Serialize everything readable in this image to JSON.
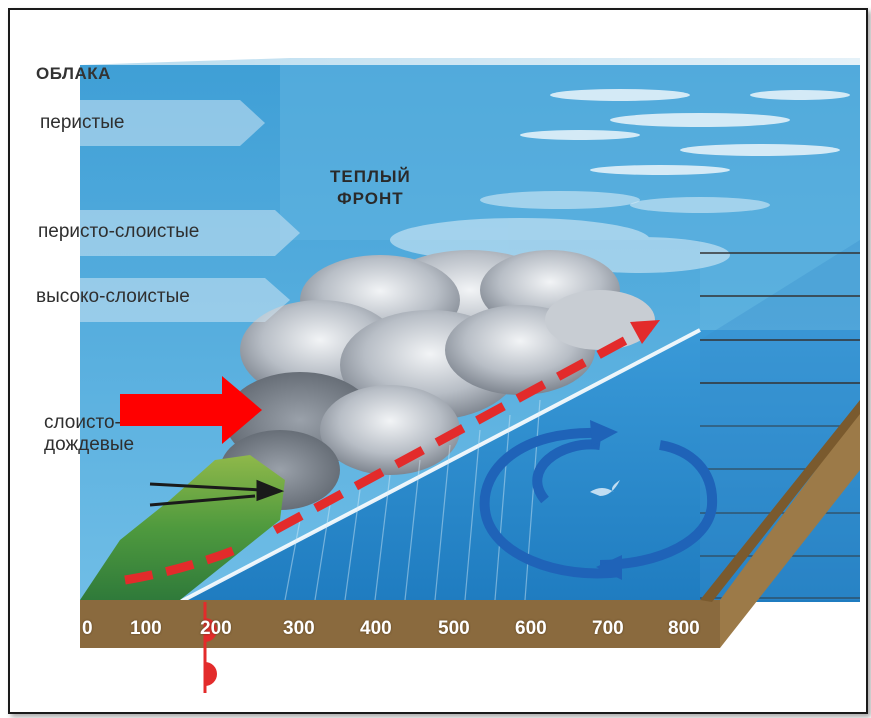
{
  "diagram": {
    "heading": "ОБЛАКА",
    "front_label": [
      "ТЕПЛЫЙ",
      "ФРОНТ"
    ],
    "cloud_types": [
      {
        "label": "перистые"
      },
      {
        "label": "перисто-слоистые"
      },
      {
        "label": "высоко-слоистые"
      },
      {
        "label_lines": [
          "слоисто-",
          "дождевые"
        ]
      }
    ],
    "distance_scale": [
      "0",
      "100",
      "200",
      "300",
      "400",
      "500",
      "600",
      "700",
      "800"
    ],
    "colors": {
      "sky": "#4aa3d6",
      "cold_air": "#2f86c8",
      "ground": "#8a6a3e",
      "warm_air_arrow": "#e32b2b",
      "pointer_arrow": "#ff0000",
      "circulation_arrow": "#1f63b8"
    },
    "icons": [
      "pointer-arrow-icon",
      "warm-air-arrow-icon",
      "circulation-arrow-icon",
      "wind-arrow-icon",
      "front-symbol-icon",
      "bird-icon"
    ]
  }
}
